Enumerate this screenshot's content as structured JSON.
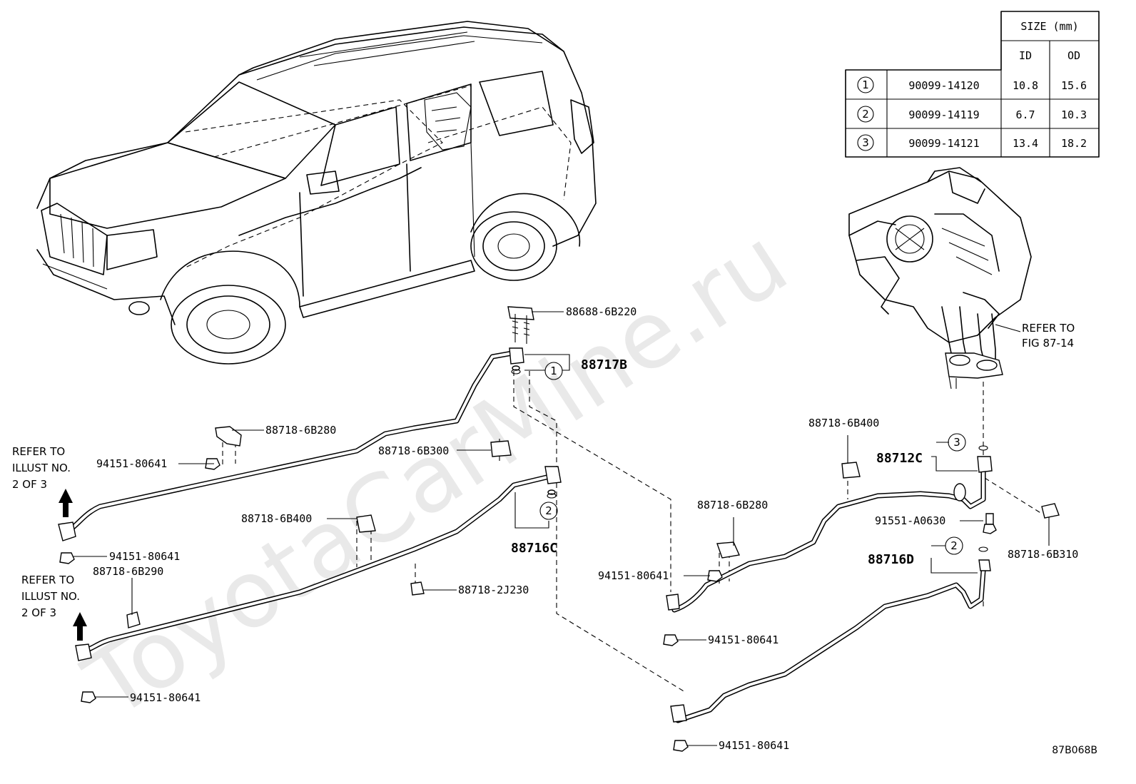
{
  "watermark": "ToyotaCarMine.ru",
  "diagram_code": "87B068B",
  "size_table": {
    "header": "SIZE (mm)",
    "col_id": "ID",
    "col_od": "OD",
    "rows": [
      {
        "num": "1",
        "part": "90099-14120",
        "id": "10.8",
        "od": "15.6"
      },
      {
        "num": "2",
        "part": "90099-14119",
        "id": "6.7",
        "od": "10.3"
      },
      {
        "num": "3",
        "part": "90099-14121",
        "id": "13.4",
        "od": "18.2"
      }
    ]
  },
  "refer_fig": {
    "line1": "REFER TO",
    "line2": "FIG 87-14"
  },
  "refer_illust_a": {
    "line1": "REFER TO",
    "line2": "ILLUST NO.",
    "line3": "2 OF 3"
  },
  "refer_illust_b": {
    "line1": "REFER TO",
    "line2": "ILLUST NO.",
    "line3": "2 OF 3"
  },
  "labels": {
    "p88688_6B220": "88688-6B220",
    "p88717B": "88717B",
    "p88718_6B280_a": "88718-6B280",
    "p94151_a": "94151-80641",
    "p88718_6B300": "88718-6B300",
    "p94151_b": "94151-80641",
    "p88718_6B290": "88718-6B290",
    "p88718_6B400_a": "88718-6B400",
    "p88716C": "88716C",
    "p88718_2J230": "88718-2J230",
    "p94151_c": "94151-80641",
    "p88718_6B400_b": "88718-6B400",
    "p88712C": "88712C",
    "p91551_A0630": "91551-A0630",
    "p88718_6B310": "88718-6B310",
    "p88716D": "88716D",
    "p88718_6B280_b": "88718-6B280",
    "p94151_d": "94151-80641",
    "p94151_e": "94151-80641",
    "p94151_f": "94151-80641"
  },
  "callouts": {
    "c1": "1",
    "c2a": "2",
    "c2b": "2",
    "c3": "3"
  }
}
